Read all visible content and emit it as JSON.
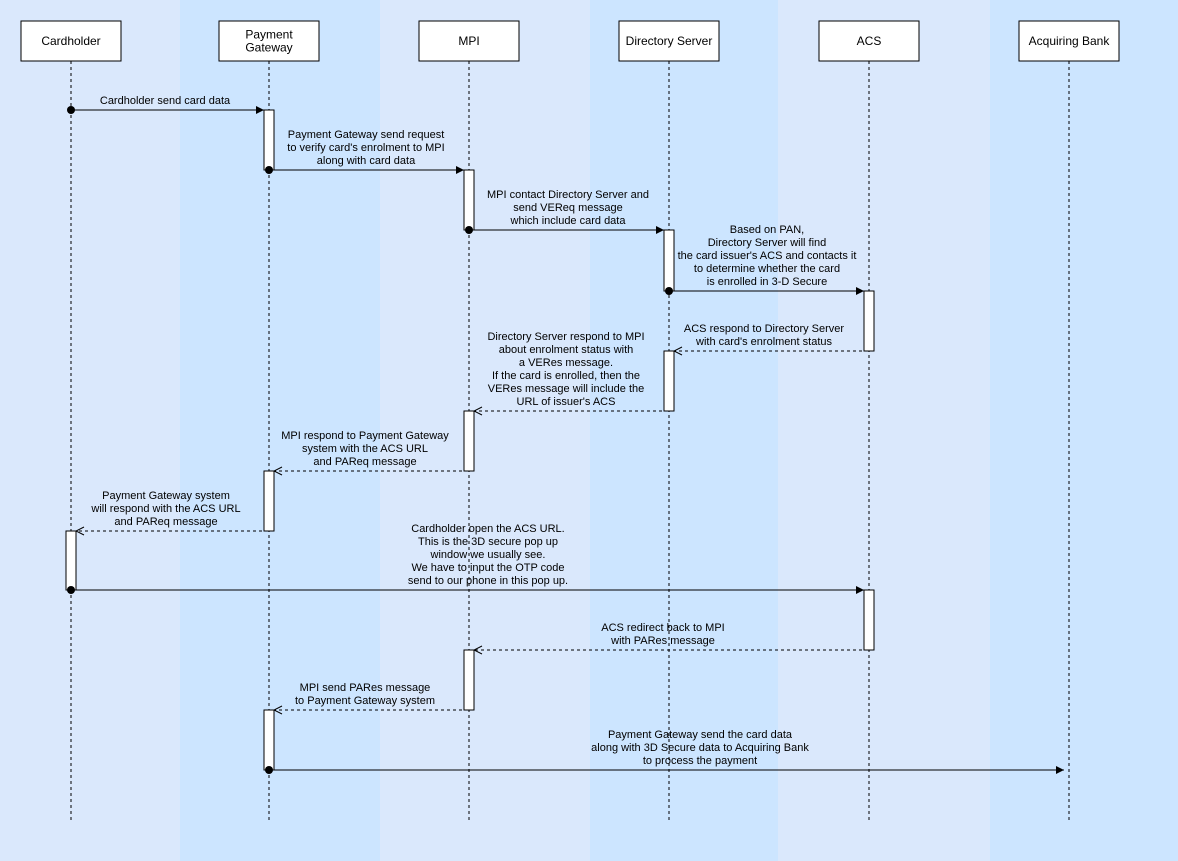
{
  "colors": {
    "lane_light": "#dae8fc",
    "lane_dark": "#cce5ff",
    "border": "#000000"
  },
  "participants": [
    {
      "id": "cardholder",
      "label": [
        "Cardholder"
      ]
    },
    {
      "id": "payment-gateway",
      "label": [
        "Payment",
        "Gateway"
      ]
    },
    {
      "id": "mpi",
      "label": [
        "MPI"
      ]
    },
    {
      "id": "directory-server",
      "label": [
        "Directory Server"
      ]
    },
    {
      "id": "acs",
      "label": [
        "ACS"
      ]
    },
    {
      "id": "acquiring-bank",
      "label": [
        "Acquiring Bank"
      ]
    }
  ],
  "messages": [
    {
      "from": "cardholder",
      "to": "payment-gateway",
      "style": "solid",
      "text": [
        "Cardholder send card data"
      ]
    },
    {
      "from": "payment-gateway",
      "to": "mpi",
      "style": "solid",
      "text": [
        "Payment Gateway send request",
        "to verify card's enrolment to MPI",
        "along with card data"
      ]
    },
    {
      "from": "mpi",
      "to": "directory-server",
      "style": "solid",
      "text": [
        "MPI contact Directory Server and",
        "send VEReq message",
        "which include card data"
      ]
    },
    {
      "from": "directory-server",
      "to": "acs",
      "style": "solid",
      "text": [
        "Based on PAN,",
        "Directory Server will find",
        "the card issuer's ACS and contacts it",
        "to determine whether the card",
        "is enrolled in 3-D Secure"
      ]
    },
    {
      "from": "acs",
      "to": "directory-server",
      "style": "dashed",
      "text": [
        "ACS respond to Directory Server",
        "with card's enrolment status"
      ]
    },
    {
      "from": "directory-server",
      "to": "mpi",
      "style": "dashed",
      "text": [
        "Directory Server respond to MPI",
        "about enrolment status with",
        "a VERes message.",
        "If the card is enrolled, then the",
        "VERes message will include the",
        "URL of issuer's ACS"
      ]
    },
    {
      "from": "mpi",
      "to": "payment-gateway",
      "style": "dashed",
      "text": [
        "MPI respond to Payment Gateway",
        "system with the ACS URL",
        "and PAReq message"
      ]
    },
    {
      "from": "payment-gateway",
      "to": "cardholder",
      "style": "dashed",
      "text": [
        "Payment Gateway system",
        "will respond with the ACS URL",
        "and PAReq message"
      ]
    },
    {
      "from": "cardholder",
      "to": "acs",
      "style": "solid",
      "text": [
        "Cardholder open the ACS URL.",
        "This is the 3D secure pop up",
        "window we usually see.",
        "We have to input the OTP code",
        "send to our phone in this pop up."
      ]
    },
    {
      "from": "acs",
      "to": "mpi",
      "style": "dashed",
      "text": [
        "ACS redirect back to MPI",
        "with PARes message"
      ]
    },
    {
      "from": "mpi",
      "to": "payment-gateway",
      "style": "dashed",
      "text": [
        "MPI send PARes message",
        "to Payment Gateway system"
      ]
    },
    {
      "from": "payment-gateway",
      "to": "acquiring-bank",
      "style": "solid",
      "text": [
        "Payment Gateway send the card data",
        "along with 3D Secure data to Acquiring Bank",
        "to process the payment"
      ]
    }
  ]
}
